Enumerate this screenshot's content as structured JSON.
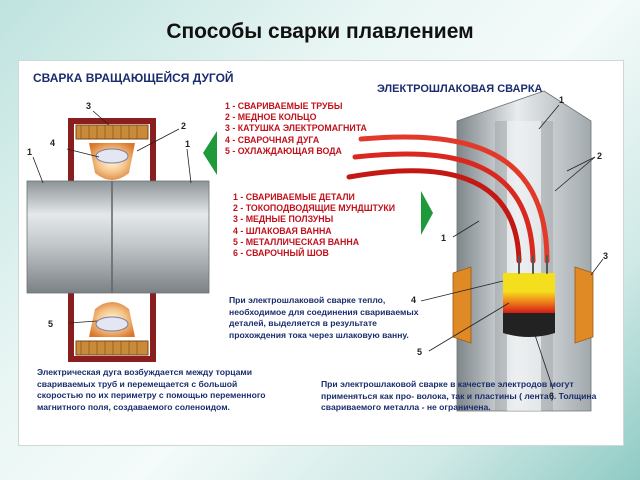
{
  "title": "Способы сварки плавлением",
  "left_section": {
    "heading": "СВАРКА ВРАЩАЮЩЕЙСЯ ДУГОЙ",
    "legend": [
      "1 - СВАРИВАЕМЫЕ ТРУБЫ",
      "2 - МЕДНОЕ КОЛЬЦО",
      "3 - КАТУШКА ЭЛЕКТРОМАГНИТА",
      "4 - СВАРОЧНАЯ ДУГА",
      "5 - ОХЛАЖДАЮЩАЯ ВОДА"
    ],
    "description": "Электрическая дуга возбуждается между торцами свариваемых труб и перемещается с большой скоростью по их периметру с помощью переменного магнитного поля, создаваемого соленоидом.",
    "callouts": [
      "1",
      "1",
      "2",
      "3",
      "4",
      "5"
    ]
  },
  "right_section": {
    "heading": "ЭЛЕКТРОШЛАКОВАЯ СВАРКА",
    "legend": [
      "1 - СВАРИВАЕМЫЕ ДЕТАЛИ",
      "2 - ТОКОПОДВОДЯЩИЕ МУНДШТУКИ",
      "3 - МЕДНЫЕ ПОЛЗУНЫ",
      "4 - ШЛАКОВАЯ ВАННА",
      "5 - МЕТАЛЛИЧЕСКАЯ ВАННА",
      "6 - СВАРОЧНЫЙ ШОВ"
    ],
    "note1": "При электрошлаковой сварке тепло, необходимое для соединения свариваемых деталей, выделяется в результате прохождения тока через шлаковую ванну.",
    "note2": "При электрошлаковой сварке в качестве электродов могут применяться как про- волока, так и пластины ( лента ). Толщина свариваемого металла - не ограничена.",
    "callouts": [
      "1",
      "1",
      "2",
      "3",
      "4",
      "5",
      "6"
    ]
  },
  "colors": {
    "heading": "#1a2d6e",
    "legend_text": "#c1121c",
    "arrow": "#1f9a3a",
    "coil": "#8a1d1d",
    "copper": "#e08a25",
    "electrode": "#d0201c",
    "slag": "#f5d21a",
    "weld": "#222222"
  }
}
